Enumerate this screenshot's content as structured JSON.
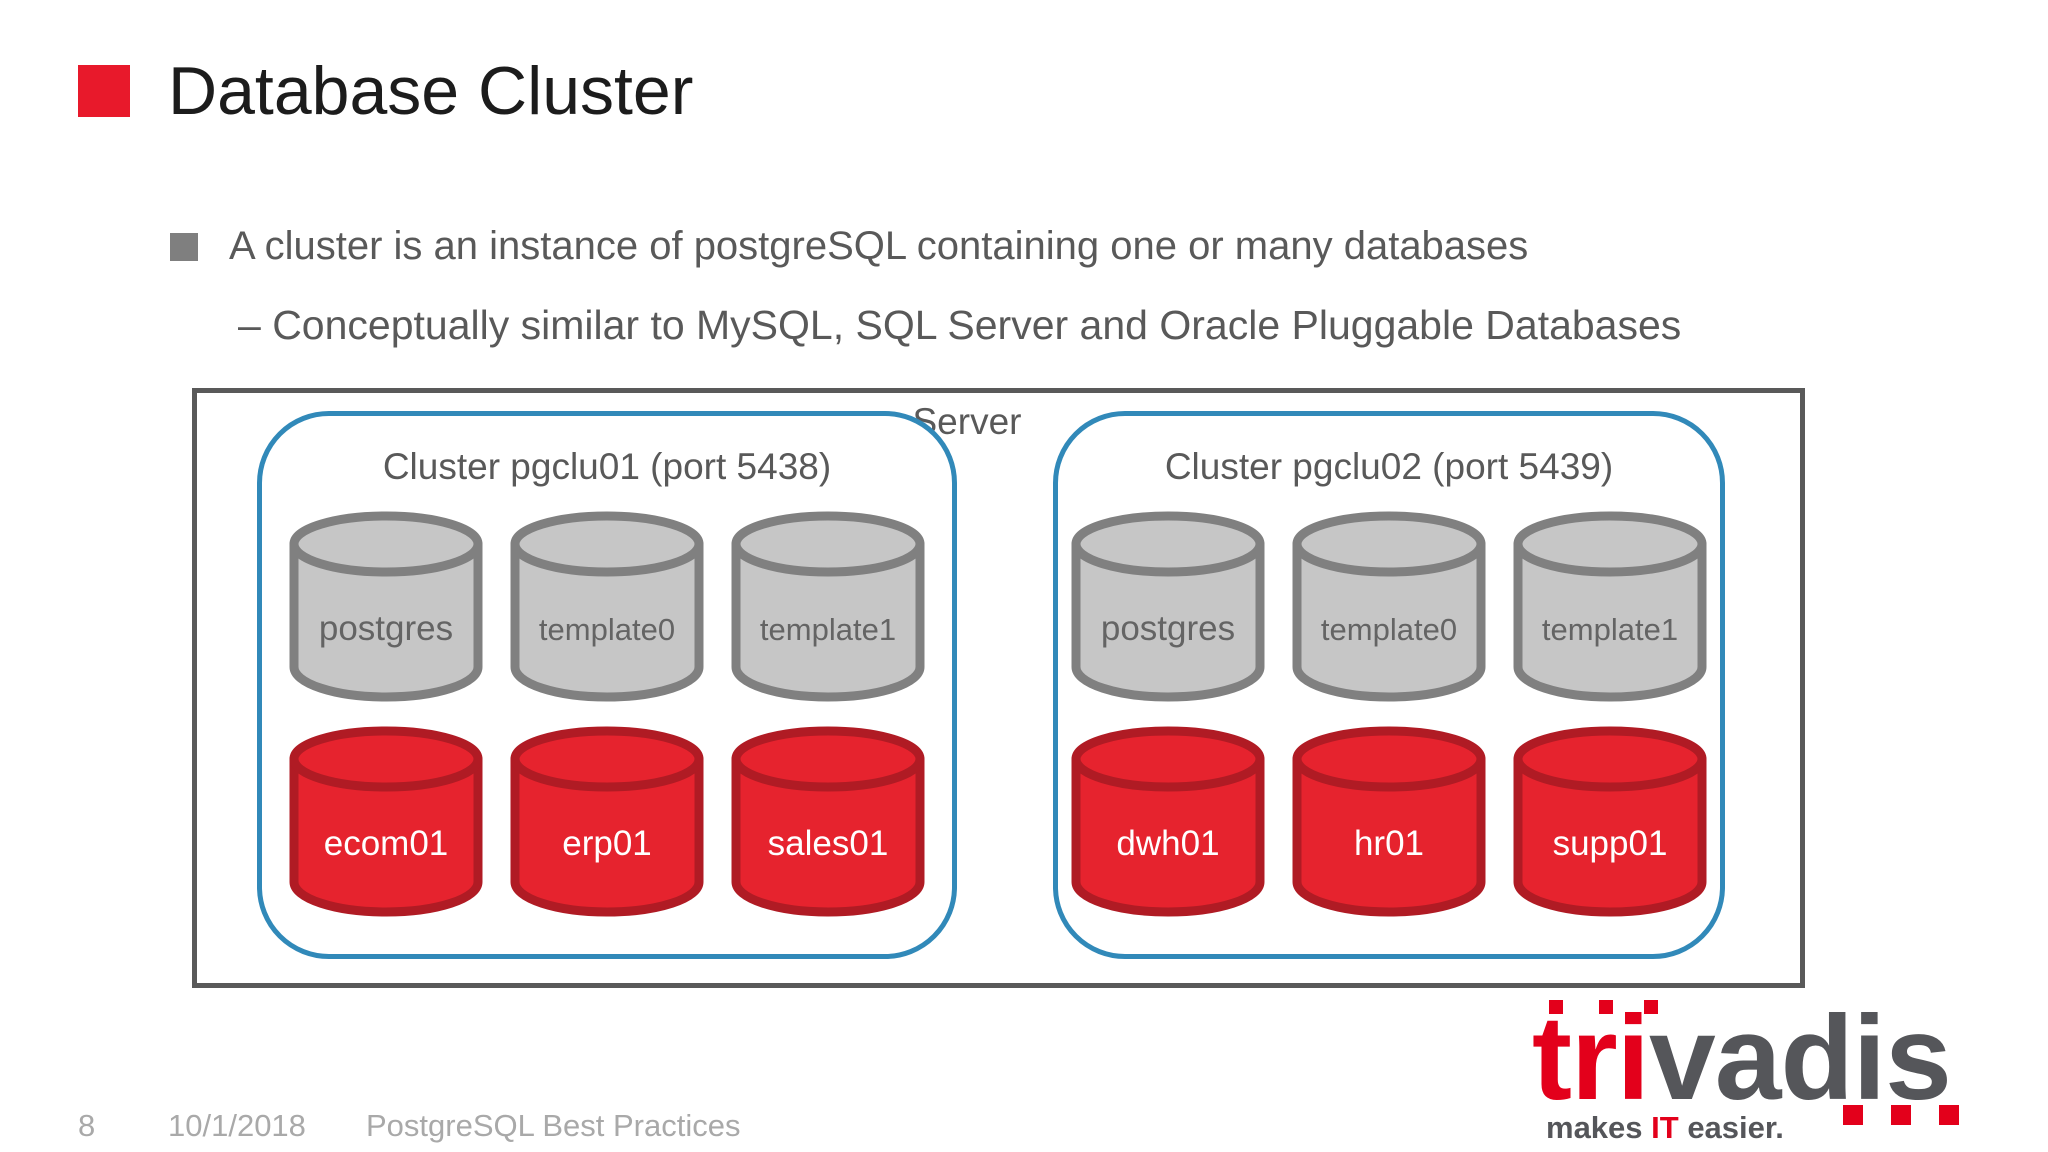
{
  "slide": {
    "title": "Database Cluster",
    "bullets": {
      "main": "A cluster is an instance of postgreSQL containing one or many databases",
      "sub": "– Conceptually similar to MySQL, SQL Server and Oracle Pluggable Databases"
    }
  },
  "diagram": {
    "server_label": "Server",
    "clusters": [
      {
        "title": "Cluster pgclu01 (port 5438)",
        "system_databases": [
          "postgres",
          "template0",
          "template1"
        ],
        "user_databases": [
          "ecom01",
          "erp01",
          "sales01"
        ]
      },
      {
        "title": "Cluster pgclu02 (port 5439)",
        "system_databases": [
          "postgres",
          "template0",
          "template1"
        ],
        "user_databases": [
          "dwh01",
          "hr01",
          "supp01"
        ]
      }
    ]
  },
  "footer": {
    "page_number": "8",
    "date": "10/1/2018",
    "presentation_title": "PostgreSQL Best Practices"
  },
  "logo": {
    "brand_red": "tri",
    "brand_gray": "vadis",
    "tagline_prefix": "makes ",
    "tagline_highlight": "IT",
    "tagline_suffix": " easier."
  },
  "colors": {
    "accent_red": "#e8192b",
    "db_red_fill": "#e6232e",
    "db_red_stroke": "#b01b24",
    "db_gray_fill": "#c6c6c6",
    "db_gray_stroke": "#808080",
    "cluster_border_blue": "#3189b9",
    "server_border_gray": "#595959",
    "text_dark": "#1c1c1c",
    "text_gray": "#595959",
    "bullet_gray": "#7f7f7f",
    "footer_gray": "#a9a9a9",
    "logo_gray": "#55565a",
    "logo_red": "#e3001b"
  }
}
